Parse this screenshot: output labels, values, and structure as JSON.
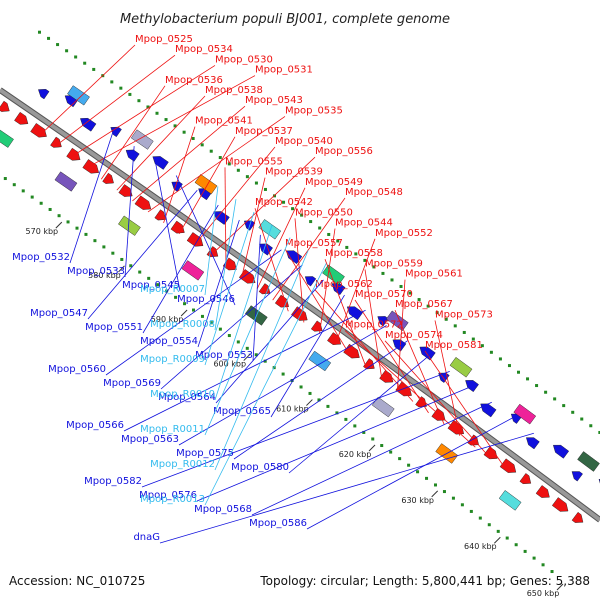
{
  "title": "Methylobacterium populi BJ001, complete genome",
  "accession": "Accession: NC_010725",
  "summary": "Topology: circular; Length: 5,800,441 bp; Genes: 5,388",
  "colors": {
    "forward": "#ee1111",
    "reverse": "#1111dd",
    "rna": "#33bbee",
    "backbone": "#999999",
    "ticks": "#228822"
  },
  "scale_ticks": [
    "570 kbp",
    "580 kbp",
    "590 kbp",
    "600 kbp",
    "610 kbp",
    "620 kbp",
    "630 kbp",
    "640 kbp",
    "650 kbp"
  ],
  "forward_labels": [
    "Mpop_0525",
    "Mpop_0534",
    "Mpop_0530",
    "Mpop_0531",
    "Mpop_0536",
    "Mpop_0538",
    "Mpop_0543",
    "Mpop_0535",
    "Mpop_0541",
    "Mpop_0537",
    "Mpop_0540",
    "Mpop_0556",
    "Mpop_0555",
    "Mpop_0539",
    "Mpop_0549",
    "Mpop_0548",
    "Mpop_0542",
    "Mpop_0550",
    "Mpop_0544",
    "Mpop_0552",
    "Mpop_0557",
    "Mpop_0558",
    "Mpop_0559",
    "Mpop_0561",
    "Mpop_0562",
    "Mpop_0570",
    "Mpop_0567",
    "Mpop_0573",
    "Mpop_0572",
    "Mpop_0574",
    "Mpop_0581"
  ],
  "reverse_labels": [
    "Mpop_0532",
    "Mpop_0533",
    "Mpop_0545",
    "Mpop_0546",
    "Mpop_0547",
    "Mpop_0551",
    "Mpop_0554",
    "Mpop_0553",
    "Mpop_0560",
    "Mpop_0569",
    "Mpop_0564",
    "Mpop_0565",
    "Mpop_0566",
    "Mpop_0563",
    "Mpop_0575",
    "Mpop_0580",
    "Mpop_0582",
    "Mpop_0576",
    "Mpop_0568",
    "Mpop_0586",
    "dnaG"
  ],
  "rna_labels": [
    "Mpop_R0007",
    "Mpop_R0008",
    "Mpop_R0009",
    "Mpop_R0010",
    "Mpop_R0011",
    "Mpop_R0012",
    "Mpop_R0013"
  ]
}
